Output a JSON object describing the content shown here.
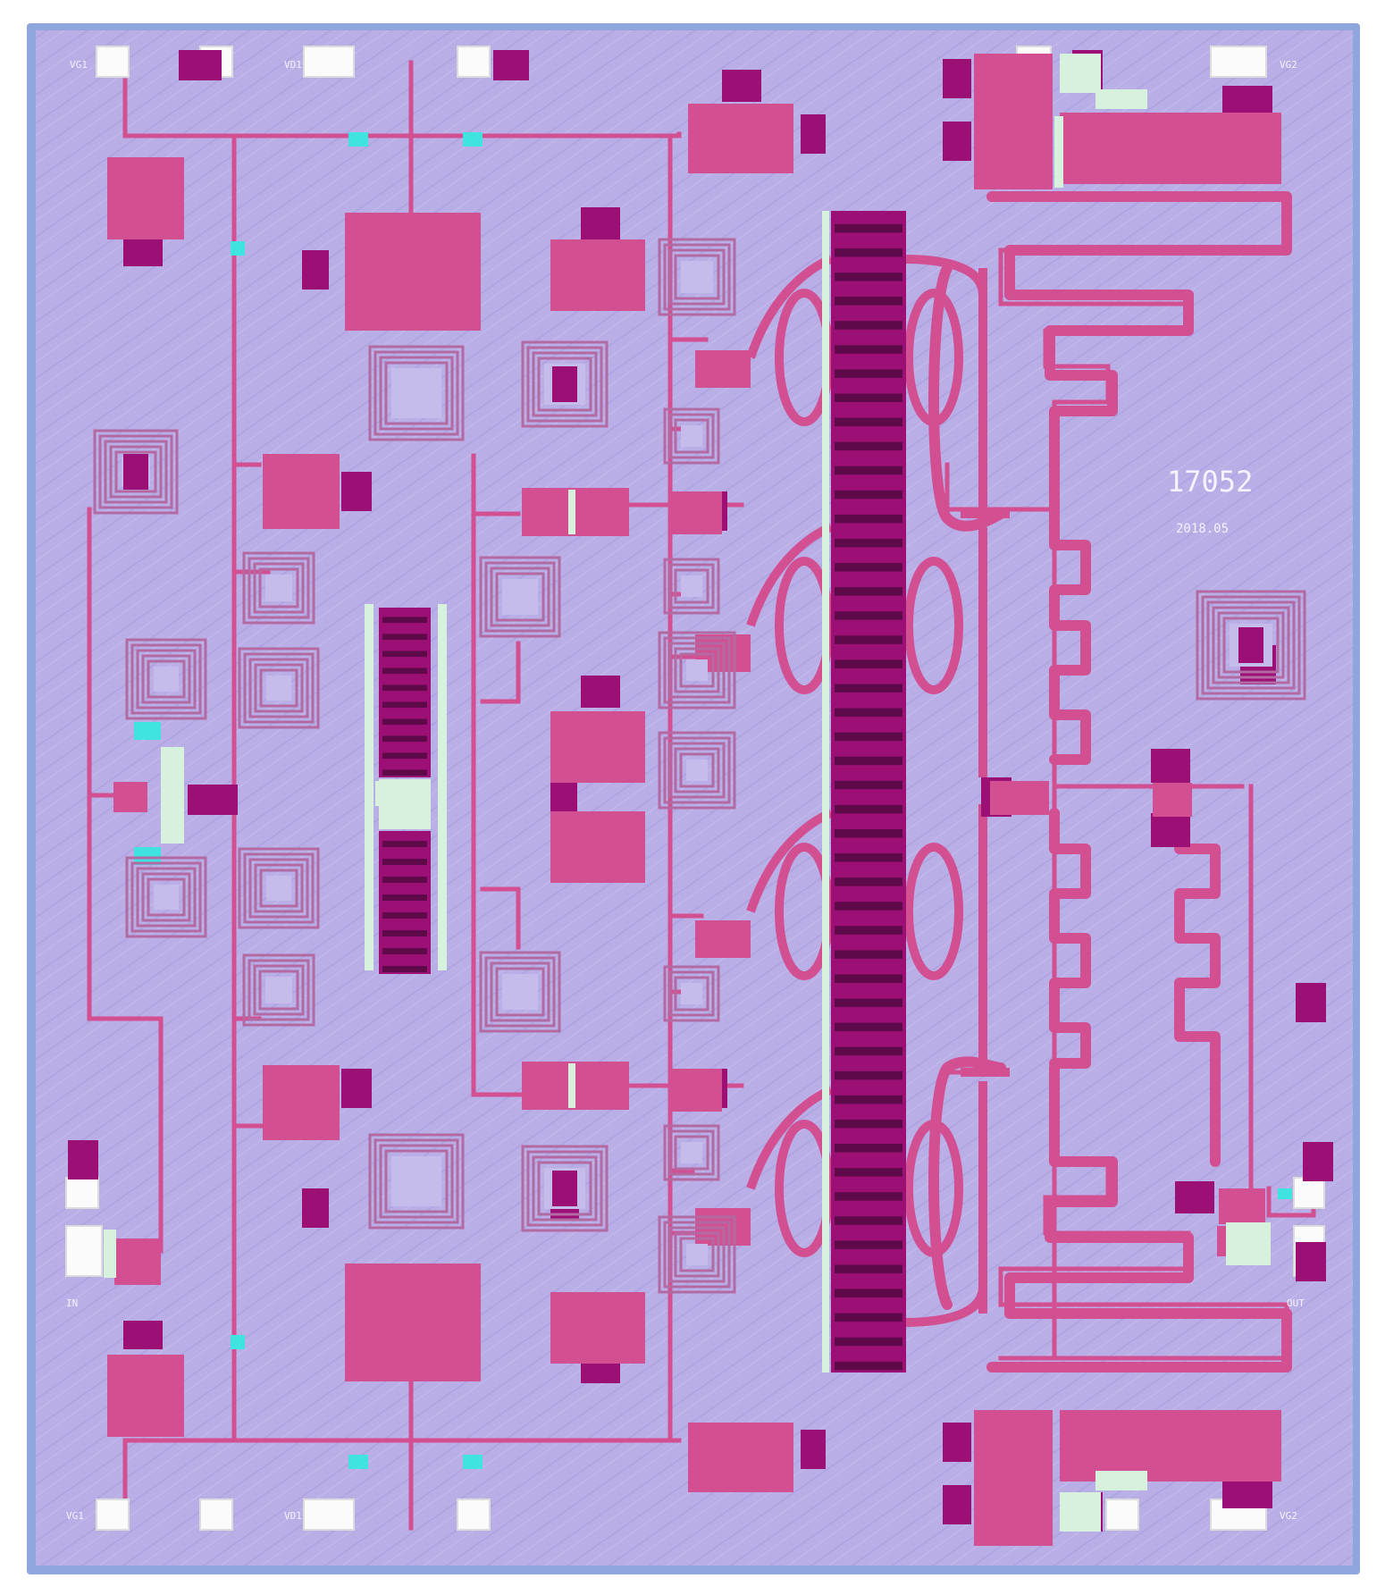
{
  "image": {
    "kind": "MMIC chip micrograph",
    "colors": {
      "substrate": "#b9aee6",
      "substrate_edge": "#8fa6dc",
      "metal": "#d24f92",
      "metal_light": "#e472a8",
      "metal_dark": "#9c0f74",
      "pad": "#fbfbfb",
      "via": "#3fe3df",
      "pale": "#d8f1dc",
      "spiral": "#b36aa3"
    },
    "chip_marking": {
      "id_text": "17052",
      "sub_text": "2018.05"
    },
    "pad_labels": {
      "top_left_1": "VG1",
      "top_left_2": "VD1",
      "top_right": "VG2",
      "left_mid": "IN",
      "right_mid": "OUT",
      "bottom_left_1": "VG1",
      "bottom_left_2": "VD1",
      "bottom_right": "VG2"
    }
  }
}
